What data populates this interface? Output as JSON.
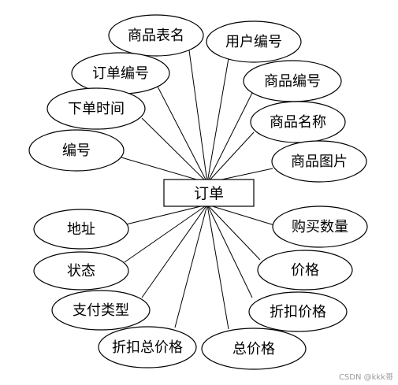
{
  "entity": {
    "label": "订单"
  },
  "attributes": [
    {
      "id": "product-table-name",
      "label": "商品表名"
    },
    {
      "id": "user-id",
      "label": "用户编号"
    },
    {
      "id": "order-id",
      "label": "订单编号"
    },
    {
      "id": "product-id",
      "label": "商品编号"
    },
    {
      "id": "order-time",
      "label": "下单时间"
    },
    {
      "id": "product-name",
      "label": "商品名称"
    },
    {
      "id": "serial-number",
      "label": "编号"
    },
    {
      "id": "product-image",
      "label": "商品图片"
    },
    {
      "id": "address",
      "label": "地址"
    },
    {
      "id": "purchase-quantity",
      "label": "购买数量"
    },
    {
      "id": "status",
      "label": "状态"
    },
    {
      "id": "price",
      "label": "价格"
    },
    {
      "id": "payment-type",
      "label": "支付类型"
    },
    {
      "id": "discount-price",
      "label": "折扣价格"
    },
    {
      "id": "discount-total-price",
      "label": "折扣总价格"
    },
    {
      "id": "total-price",
      "label": "总价格"
    }
  ],
  "watermark": "CSDN @kkk哥"
}
